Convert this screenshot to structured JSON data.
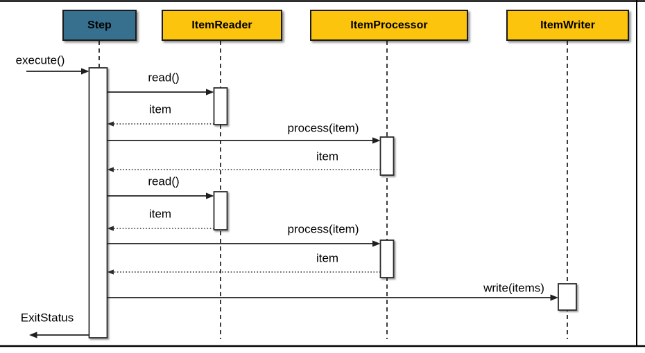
{
  "colors": {
    "background": "#ffffff",
    "step_header_bg": "#36708E",
    "item_header_bg": "#FCC40D",
    "header_border": "#1b1b1b",
    "line_color": "#1f1f1f",
    "lifeline_color": "#3c3c3c",
    "activation_fill": "#ffffff"
  },
  "diagram": {
    "type": "uml-sequence",
    "lifelines": [
      {
        "label": "Step",
        "header_color": "#36708E"
      },
      {
        "label": "ItemReader",
        "header_color": "#FCC40D"
      },
      {
        "label": "ItemProcessor",
        "header_color": "#FCC40D"
      },
      {
        "label": "ItemWriter",
        "header_color": "#FCC40D"
      }
    ],
    "messages": [
      {
        "label": "execute()",
        "type": "call",
        "from": "caller",
        "to": "Step"
      },
      {
        "label": "read()",
        "type": "call",
        "from": "Step",
        "to": "ItemReader"
      },
      {
        "label": "item",
        "type": "return",
        "from": "ItemReader",
        "to": "Step"
      },
      {
        "label": "process(item)",
        "type": "call",
        "from": "Step",
        "to": "ItemProcessor"
      },
      {
        "label": "item",
        "type": "return",
        "from": "ItemProcessor",
        "to": "Step"
      },
      {
        "label": "read()",
        "type": "call",
        "from": "Step",
        "to": "ItemReader"
      },
      {
        "label": "item",
        "type": "return",
        "from": "ItemReader",
        "to": "Step"
      },
      {
        "label": "process(item)",
        "type": "call",
        "from": "Step",
        "to": "ItemProcessor"
      },
      {
        "label": "item",
        "type": "return",
        "from": "ItemProcessor",
        "to": "Step"
      },
      {
        "label": "write(items)",
        "type": "call",
        "from": "Step",
        "to": "ItemWriter"
      },
      {
        "label": "ExitStatus",
        "type": "return",
        "from": "Step",
        "to": "caller"
      }
    ]
  }
}
